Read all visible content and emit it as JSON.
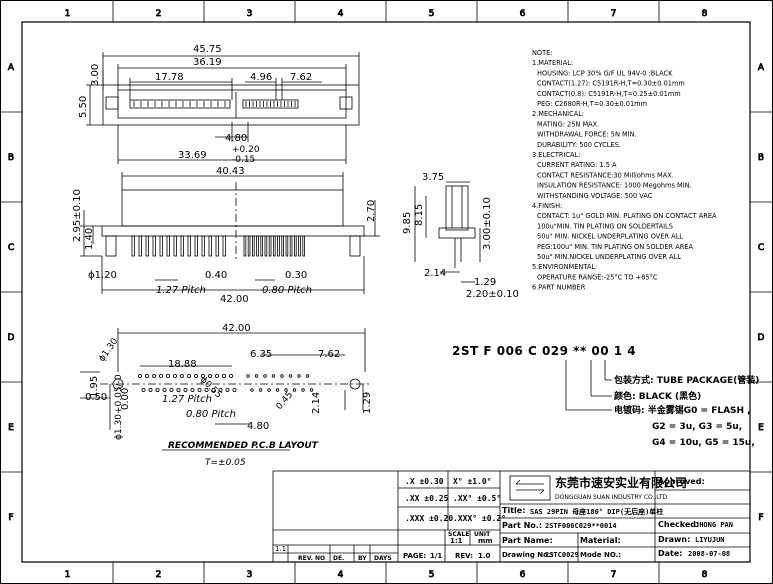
{
  "frame": {
    "cols": [
      "1",
      "2",
      "3",
      "4",
      "5",
      "6",
      "7",
      "8"
    ],
    "rows": [
      "A",
      "B",
      "C",
      "D",
      "E",
      "F"
    ]
  },
  "top_view": {
    "dims": [
      "45.75",
      "36.19",
      "17.78",
      "4.96",
      "7.62",
      "3.00",
      "5.50",
      "4.80",
      "33.69",
      "+0.20",
      "-0.15"
    ]
  },
  "front_view": {
    "dims": [
      "40.43",
      "2.95±0.10",
      "1.40",
      "2.70",
      "ϕ1.20",
      "0.40",
      "0.30",
      "1.27 Pitch",
      "0.80 Pitch",
      "42.00"
    ]
  },
  "side_view": {
    "dims": [
      "3.75",
      "9.85",
      "8.15",
      "3.00±0.10",
      "2.14",
      "1.29",
      "2.20±0.10"
    ]
  },
  "pcb_layout": {
    "dims": [
      "42.00",
      "ϕ1.30",
      "18.88",
      "6.35",
      "7.62",
      "1.95",
      "0.50",
      "0.00",
      "ϕ1.30+0.05/-0",
      "ϕ0.55",
      "1.27 Pitch",
      "0.80 Pitch",
      "4.80",
      "0.45",
      "2.14",
      "1.29"
    ],
    "title": "RECOMMENDED P.C.B LAYOUT",
    "tolerance": "T=±0.05"
  },
  "notes": {
    "lines": [
      "NOTE:",
      "1.MATERIAL:",
      "HOUSING: LCP   30% G/F UL 94V-0 ;BLACK",
      "CONTACT(1.27):   C5191R-H,T=0.30±0.01mm",
      "CONTACT(0.8):   C5191R-H,T=0.25±0.01mm",
      "PEG: C2680R-H,T=0.30±0.01mm",
      "2.MECHANICAL:",
      "MATING: 25N MAX.",
      "WITHDRAWAL FORCE: 5N MIN.",
      "DURABILITY: 500 CYCLES.",
      "3.ELECTRICAL:",
      "CURRENT RATING: 1.5 A",
      "CONTACT RESISTANCE:30 Milliohms MAX.",
      "INSULATION RESISTANCE: 1000 Megohms MIN.",
      "WITHSTANDING VOLTAGE: 500 VAC",
      "4.FINISH:",
      "CONTACT: 1u\" GOLD MIN. PLATING ON CONTACT AREA",
      "100u\"MIN.  TIN PLATING ON SOLDERTAILS",
      "50u\" MIN. NICKEL UNDERPLATING OVER ALL",
      "PEG:100u\" MIN.  TIN PLATING ON SOLDER AREA",
      "50u\" MIN.NICKEL UNDERPLATING OVER ALL",
      "5.ENVIRONMENTAL:",
      "OPERATURE RANGE:-25°C TO +85°C",
      "6.PART NUMBER"
    ]
  },
  "part_number": {
    "code": "2ST F 006 C 029 ** 00 1 4",
    "packaging": "包装方式: TUBE PACKAGE(管装)",
    "color": "颜色: BLACK (黑色)",
    "plating_1": "电镀码: 半金雾锡G0 = FLASH ,",
    "plating_2": "G2 = 3u,  G3 = 5u,",
    "plating_3": "G4 = 10u,  G5 = 15u,"
  },
  "title_block": {
    "tolerances": [
      ".X   ±0.30",
      "X°   ±1.0°",
      ".XX  ±0.25",
      ".XX°  ±0.5°",
      ".XXX  ±0.20",
      ".XXX°  ±0.2°"
    ],
    "company_cn": "东莞市速安实业有限公司",
    "company_en": "DONGGUAN SUAN INDUSTRY CO.,LTD.",
    "title_label": "Title:",
    "title_value": "SAS 29PIN 母座180° DIP(无后座)单柱",
    "part_no_label": "Part No.:",
    "part_no_value": "2STF006C029**0014",
    "part_name_label": "Part Name:",
    "material_label": "Material:",
    "drawing_no_label": "Drawing No.:",
    "drawing_no_value": "2STC0029",
    "mode_no_label": "Mode NO.:",
    "approved_label": "Approved:",
    "checked_label": "Checked:",
    "checked_value": "JHONG PAN",
    "drawn_label": "Drawn:",
    "drawn_value": "LIYUJUN",
    "date_label": "Date:",
    "date_value": "2008-07-08",
    "scale_label": "SCALE",
    "scale_value": "1:1",
    "unit_label": "UNIT",
    "unit_value": "mm",
    "page_label": "PAGE:",
    "page_value": "1/1",
    "rev_label": "REV:",
    "rev_value": "1.0",
    "revision_1": "1.1",
    "rev_headers": [
      "REV. NO",
      "DE.",
      "BY",
      "DAYS"
    ]
  }
}
